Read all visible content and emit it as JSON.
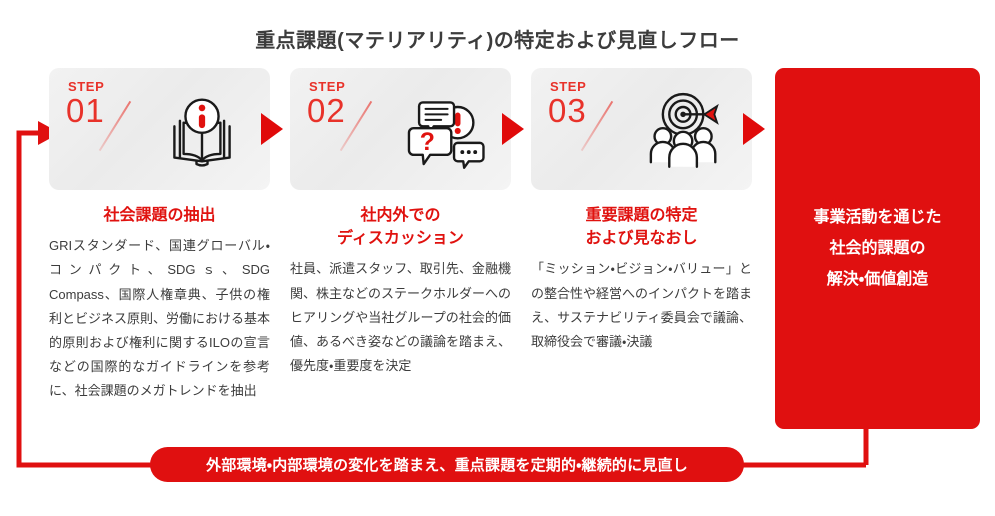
{
  "page": {
    "title": "重点課題(マテリアリティ)の特定および見直しフロー",
    "accent_red": "#e01010",
    "heading_red": "#e0120f",
    "card_gray": "#efefef",
    "body_text_color": "#3c3c3c"
  },
  "steps": [
    {
      "step_word": "STEP",
      "step_number": "01",
      "icon": "open-book-info-icon",
      "heading": "社会課題の抽出",
      "body": "GRIスタンダード、国連グローバル・コンパクト、SDGｓ、SDG Compass、国際人権章典、子供の権利とビジネス原則、労働における基本的原則および権利に関するILOの宣言などの国際的なガイドラインを参考に、社会課題のメガトレンドを抽出"
    },
    {
      "step_word": "STEP",
      "step_number": "02",
      "icon": "speech-bubbles-discussion-icon",
      "heading": "社内外での\nディスカッション",
      "body": "社員、派遣スタッフ、取引先、金融機関、株主などのステークホルダーへのヒアリングや当社グループの社会的価値、あるべき姿などの議論を踏まえ、優先度・重要度を決定"
    },
    {
      "step_word": "STEP",
      "step_number": "03",
      "icon": "target-people-icon",
      "heading": "重要課題の特定\nおよび見なおし",
      "body": "「ミッション・ビジョン・バリュー」との整合性や経営へのインパクトを踏まえ、サステナビリティ委員会で議論、取締役会で審議・決議"
    }
  ],
  "arrows": [
    {
      "name": "arrow-step1-to-step2"
    },
    {
      "name": "arrow-step2-to-step3"
    },
    {
      "name": "arrow-step3-to-outcome"
    }
  ],
  "outcome": {
    "text": "事業活動を通じた\n社会的課題の\n解決・価値創造"
  },
  "feedback": {
    "pill_text": "外部環境・内部環境の変化を踏まえ、重点課題を定期的・継続的に見直し",
    "loop_description": "feedback-loop-arrow"
  }
}
